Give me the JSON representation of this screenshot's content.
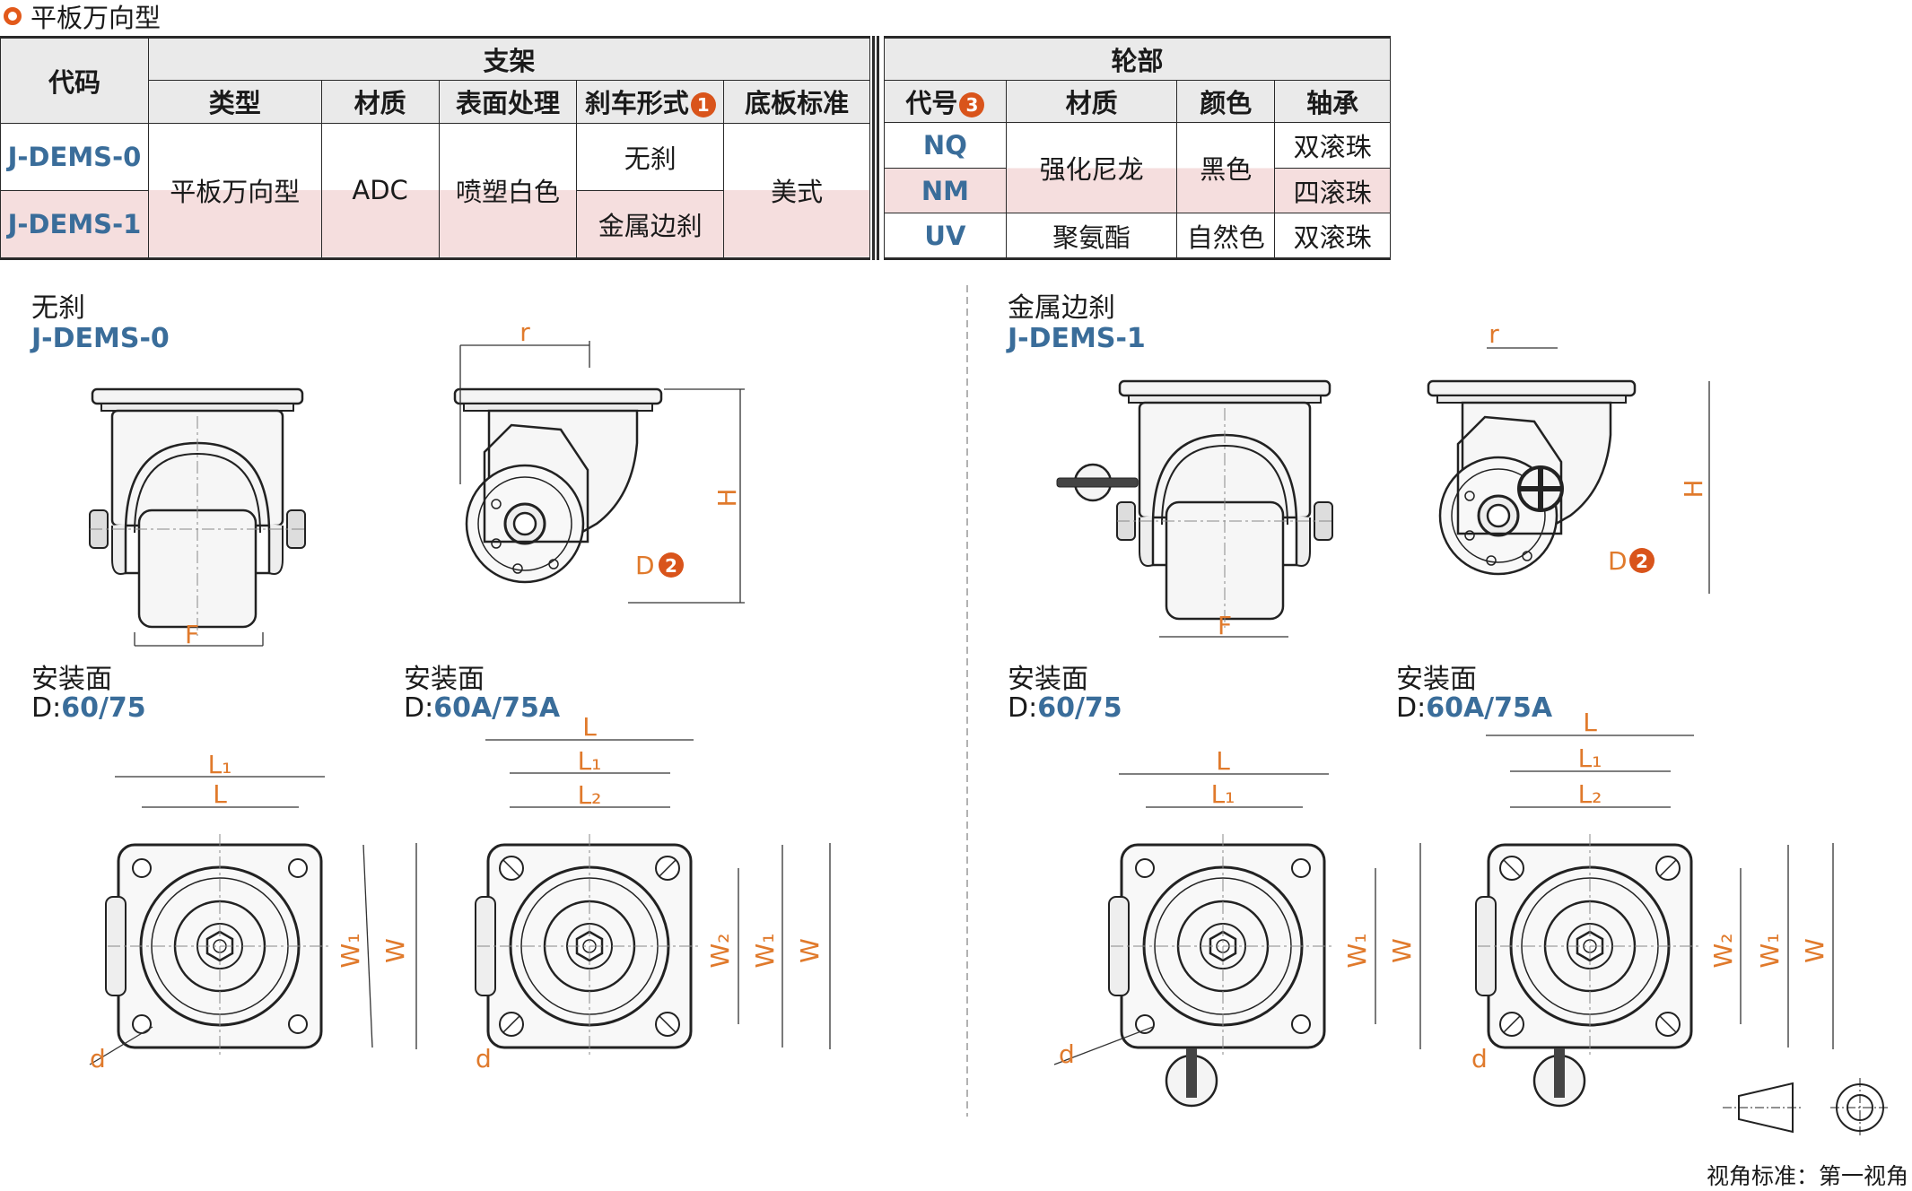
{
  "header": {
    "title": "平板万向型"
  },
  "table": {
    "col_code": "代码",
    "group_bracket": "支架",
    "group_wheel": "轮部",
    "bracket_cols": [
      "类型",
      "材质",
      "表面处理",
      "刹车形式",
      "底板标准"
    ],
    "brake_badge": "1",
    "wheel_cols": [
      "代号",
      "材质",
      "颜色",
      "轴承"
    ],
    "wheel_code_badge": "3",
    "codes": [
      "J-DEMS-0",
      "J-DEMS-1"
    ],
    "type": "平板万向型",
    "material": "ADC",
    "surface": "喷塑白色",
    "brakes": [
      "无刹",
      "金属边刹"
    ],
    "plate": "美式",
    "wheels": [
      {
        "code": "NQ",
        "material": "强化尼龙",
        "color": "黑色",
        "bearing": "双滚珠"
      },
      {
        "code": "NM",
        "material": "",
        "color": "",
        "bearing": "四滚珠"
      },
      {
        "code": "UV",
        "material": "聚氨酯",
        "color": "自然色",
        "bearing": "双滚珠"
      }
    ]
  },
  "left_section": {
    "title": "无刹",
    "code": "J-DEMS-0"
  },
  "right_section": {
    "title": "金属边刹",
    "code": "J-DEMS-1"
  },
  "dims": {
    "r": "r",
    "H": "H",
    "D": "D",
    "D_badge": "2",
    "F": "F",
    "L": "L",
    "L1": "L",
    "L1_sub": "1",
    "L2": "L",
    "L2_sub": "2",
    "W": "W",
    "W1": "W",
    "W1_sub": "1",
    "W2": "W",
    "W2_sub": "2",
    "d": "d"
  },
  "mount": {
    "label": "安装面",
    "prefix": "D:",
    "a_values": "60/75",
    "b_values": "60A/75A"
  },
  "footer": {
    "view_standard": "视角标准：第一视角"
  }
}
